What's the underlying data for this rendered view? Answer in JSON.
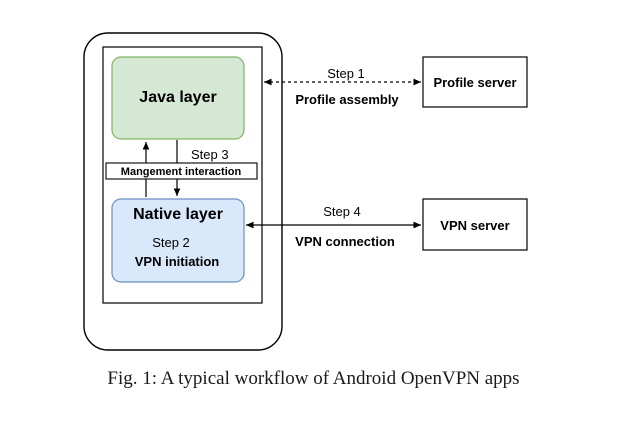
{
  "diagram": {
    "java_layer": {
      "label": "Java layer"
    },
    "native_layer": {
      "label": "Native layer",
      "step": "Step 2",
      "action": "VPN initiation"
    },
    "management": {
      "label": "Mangement interaction",
      "step": "Step 3"
    },
    "profile_link": {
      "step": "Step 1",
      "label": "Profile assembly"
    },
    "vpn_link": {
      "step": "Step 4",
      "label": "VPN connection"
    },
    "profile_server": {
      "label": "Profile server"
    },
    "vpn_server": {
      "label": "VPN server"
    },
    "colors": {
      "java_fill": "#d5e8d4",
      "java_stroke": "#82b366",
      "native_fill": "#dae8fc",
      "native_stroke": "#6c8ebf"
    }
  },
  "caption": "Fig. 1: A typical workflow of Android OpenVPN apps"
}
